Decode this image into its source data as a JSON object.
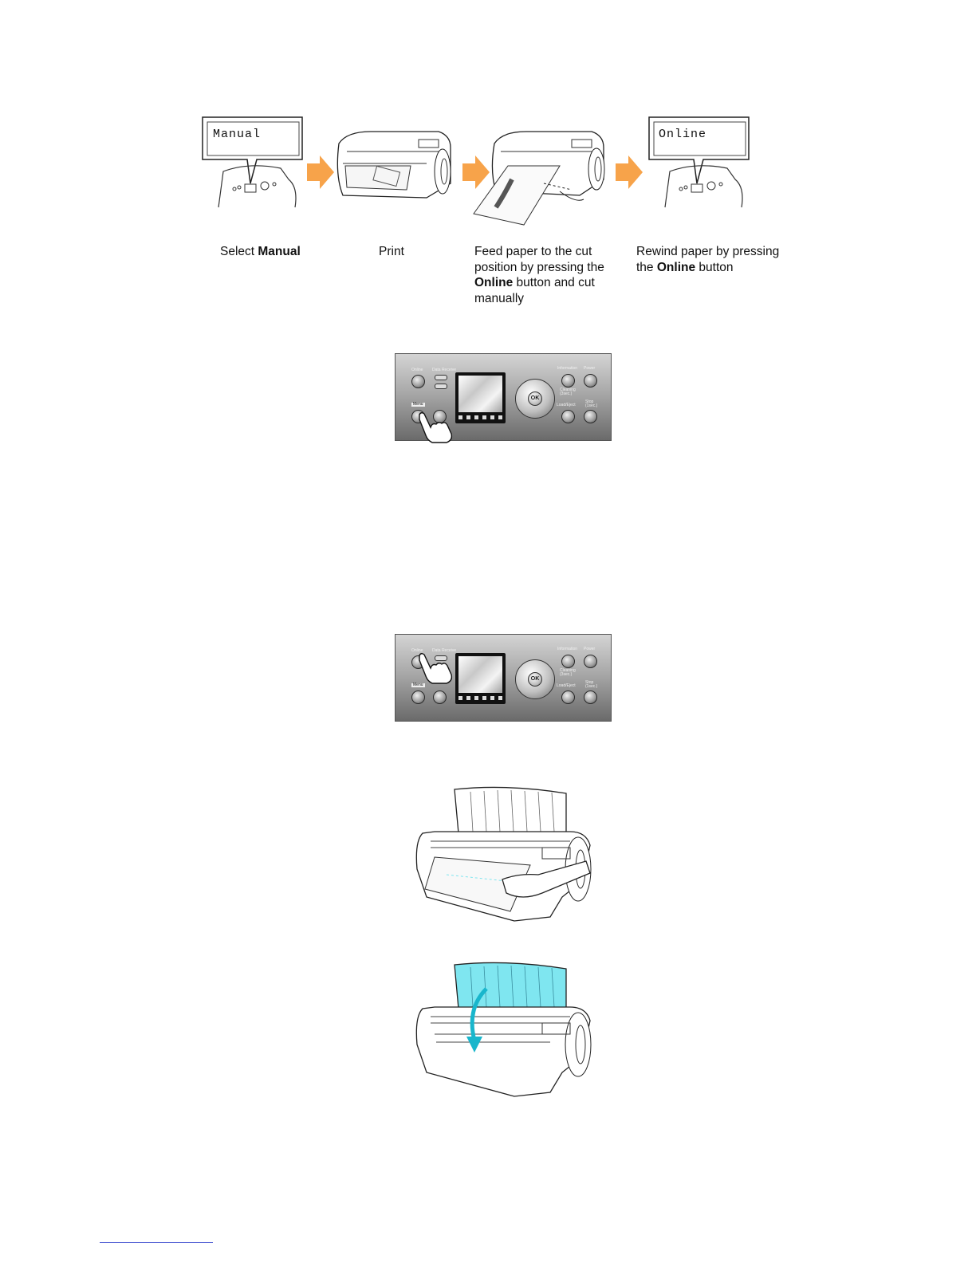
{
  "flow": {
    "callout_1": "Manual",
    "callout_2": "Online",
    "steps": [
      {
        "prefix": "Select ",
        "bold": "Manual",
        "suffix": ""
      },
      {
        "prefix": "Print",
        "bold": "",
        "suffix": ""
      },
      {
        "prefix": "Feed paper to the cut position by pressing the ",
        "bold": "Online",
        "suffix": " button and cut manually"
      },
      {
        "prefix": "Rewind paper by pressing the ",
        "bold": "Online",
        "suffix": " button"
      }
    ],
    "arrow_color": "#f7a34a"
  },
  "panel": {
    "online": "Online",
    "data_receive": "Data Receive",
    "menu": "Menu",
    "information": "Information",
    "power": "Power",
    "cleaning": "Cleaning (3sec.)",
    "load_eject": "Load/Eject",
    "stop": "Stop (1sec.)",
    "ok": "OK"
  },
  "highlight_color": "#7fe6f0"
}
